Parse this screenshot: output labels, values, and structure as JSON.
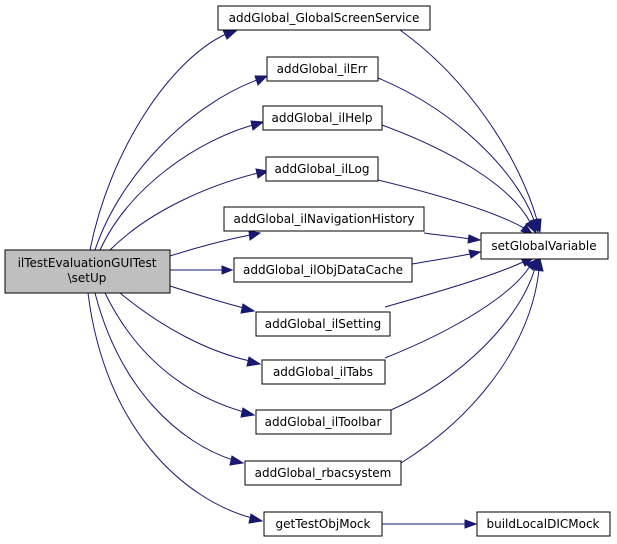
{
  "diagram": {
    "colors": {
      "node_fill": "#ffffff",
      "root_fill": "#bfbfbf",
      "edge": "#191970",
      "border": "#000000"
    },
    "nodes": {
      "root": {
        "lines": [
          "ilTestEvaluationGUITest",
          "\\setUp"
        ]
      },
      "screen_service": {
        "label": "addGlobal_GlobalScreenService"
      },
      "il_err": {
        "label": "addGlobal_ilErr"
      },
      "il_help": {
        "label": "addGlobal_ilHelp"
      },
      "il_log": {
        "label": "addGlobal_ilLog"
      },
      "il_nav_history": {
        "label": "addGlobal_ilNavigationHistory"
      },
      "il_obj_data_cache": {
        "label": "addGlobal_ilObjDataCache"
      },
      "il_setting": {
        "label": "addGlobal_ilSetting"
      },
      "il_tabs": {
        "label": "addGlobal_ilTabs"
      },
      "il_toolbar": {
        "label": "addGlobal_ilToolbar"
      },
      "rbacsystem": {
        "label": "addGlobal_rbacsystem"
      },
      "get_test_obj_mock": {
        "label": "getTestObjMock"
      },
      "set_global_variable": {
        "label": "setGlobalVariable"
      },
      "build_local_dic_mock": {
        "label": "buildLocalDICMock"
      }
    }
  }
}
